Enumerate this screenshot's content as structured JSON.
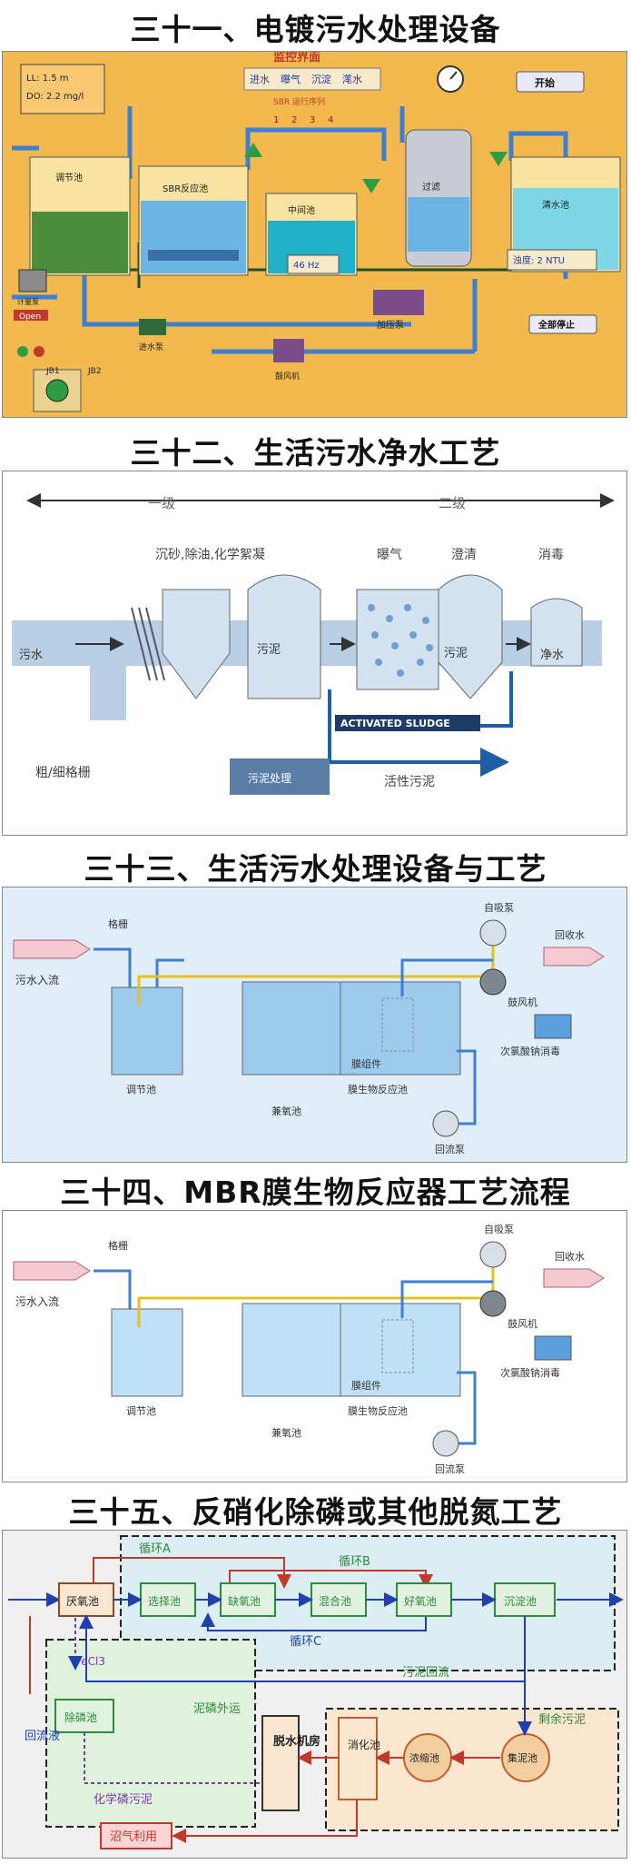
{
  "s31": {
    "title": "三十一、电镀污水处理设备",
    "monitor_header": "监控界面",
    "modes": [
      "进水",
      "曝气",
      "沉淀",
      "滗水"
    ],
    "sbr_label": "SBR 运行序列",
    "steps": [
      "1",
      "2",
      "3",
      "4"
    ],
    "ll": "LL:  1.5  m",
    "do": "DO:  2.2  mg/l",
    "start_btn": "开始",
    "tanks": [
      "调节池",
      "SBR反应池",
      "中间池",
      "过滤",
      "清水池"
    ],
    "hz": "46  Hz",
    "turbidity": "浊度:  2    NTU",
    "stop_btn": "全部停止",
    "dosing": "计量泵",
    "open": "Open",
    "inlet_pump": "进水泵",
    "blower": "鼓风机",
    "boost_pump": "加压泵",
    "jb": [
      "JB1",
      "JB2"
    ]
  },
  "s32": {
    "title": "三十二、生活污水净水工艺",
    "level1": "一级",
    "level2": "二级",
    "stage1": "沉砂,除油,化学絮凝",
    "aeration": "曝气",
    "clarify": "澄清",
    "disinfect": "消毒",
    "sewage": "污水",
    "sludge": "污泥",
    "sludge2": "污泥",
    "clean": "净水",
    "activated": "ACTIVATED SLUDGE",
    "screen": "粗/细格栅",
    "treat": "污泥处理",
    "active_sludge": "活性污泥"
  },
  "s33": {
    "title": "三十三、生活污水处理设备与工艺",
    "inflow": "污水入流",
    "grille": "格栅",
    "selfpump": "自吸泵",
    "recycled": "回收水",
    "blower": "鼓风机",
    "membrane": "膜组件",
    "disinfect": "次氯酸钠消毒",
    "adjust": "调节池",
    "reactor": "膜生物反应池",
    "anoxic": "兼氧池",
    "return_pump": "回流泵"
  },
  "s34": {
    "title": "三十四、MBR膜生物反应器工艺流程",
    "inflow": "污水入流",
    "grille": "格栅",
    "selfpump": "自吸泵",
    "recycled": "回收水",
    "blower": "鼓风机",
    "membrane": "膜组件",
    "disinfect": "次氯酸钠消毒",
    "adjust": "调节池",
    "reactor": "膜生物反应池",
    "anoxic": "兼氧池",
    "return_pump": "回流泵"
  },
  "s35": {
    "title": "三十五、反硝化除磷或其他脱氮工艺",
    "loopA": "循环A",
    "loopB": "循环B",
    "loopC": "循环C",
    "tanks": [
      "厌氧池",
      "选择池",
      "缺氧池",
      "混合池",
      "好氧池",
      "沉淀池"
    ],
    "sludge_return": "污泥回流",
    "fecl3": "FeCl3",
    "phos_tank": "除磷池",
    "phos_out": "泥磷外运",
    "return_liquid": "回流液",
    "dewater": "脱水机房",
    "digest": "消化池",
    "thicken": "浓缩池",
    "collect": "集泥池",
    "surplus": "剩余污泥",
    "chem_sludge": "化学磷污泥",
    "biogas": "沼气利用"
  }
}
